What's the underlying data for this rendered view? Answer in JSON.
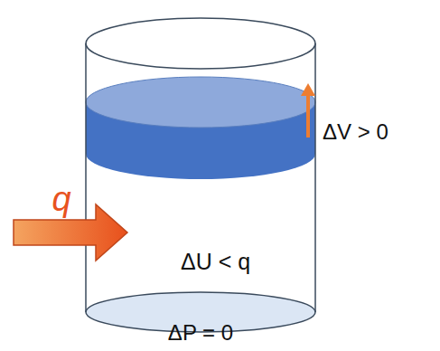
{
  "diagram": {
    "labels": [
      "q",
      "ΔV > 0",
      "ΔU < q",
      "ΔP = 0"
    ]
  }
}
